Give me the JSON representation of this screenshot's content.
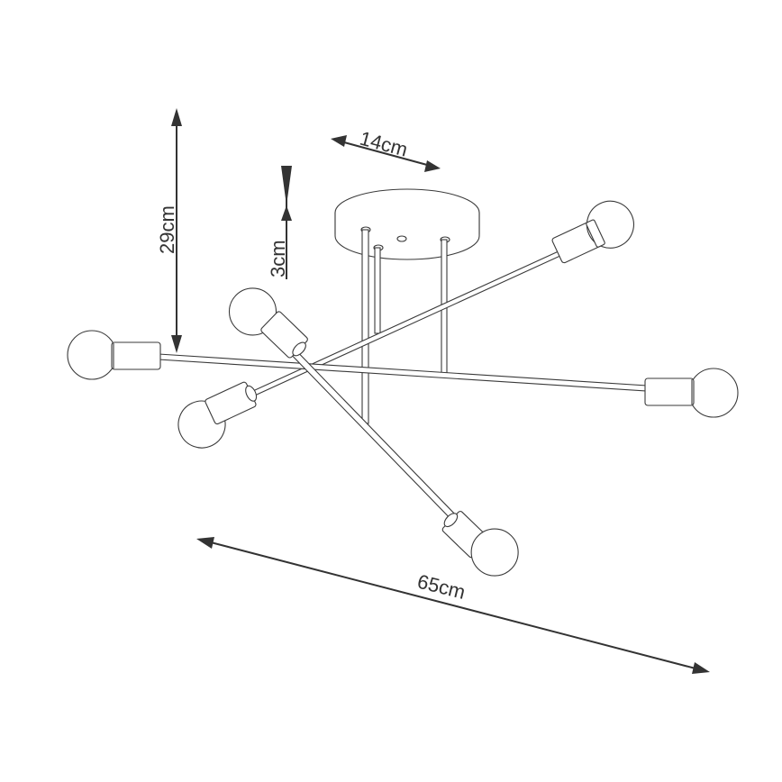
{
  "dimensions": {
    "height_total": "29cm",
    "canopy_height": "3cm",
    "canopy_width": "14cm",
    "total_width": "65cm"
  },
  "colors": {
    "line": "#3a3a3a",
    "dimension": "#333333",
    "background": "#ffffff"
  }
}
